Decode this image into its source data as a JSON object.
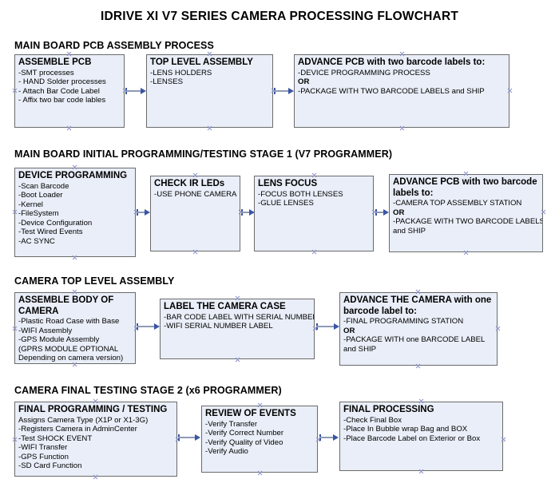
{
  "title": "IDRIVE XI V7 SERIES CAMERA PROCESSING FLOWCHART",
  "colors": {
    "box_fill": "#e9eef8",
    "box_border": "#6b6b6b",
    "arrow_line": "#8e9ab5",
    "arrow_head": "#3a55a5",
    "handle": "#8b93c9",
    "text": "#000000"
  },
  "sections": [
    {
      "id": "main-board-pcb-assembly-process",
      "heading": "MAIN BOARD PCB ASSEMBLY PROCESS",
      "boxes": [
        {
          "id": "assemble-pcb",
          "title": "ASSEMBLE PCB",
          "lines": [
            {
              "text": "-SMT processes",
              "bold": false
            },
            {
              "text": "- HAND Solder processes",
              "bold": false
            },
            {
              "text": "- Attach Bar Code Label",
              "bold": false
            },
            {
              "text": "- Affix two bar code lables",
              "bold": false
            }
          ]
        },
        {
          "id": "top-level-assembly",
          "title": "TOP LEVEL ASSEMBLY",
          "lines": [
            {
              "text": "-LENS HOLDERS",
              "bold": false
            },
            {
              "text": "-LENSES",
              "bold": false
            }
          ]
        },
        {
          "id": "advance-pcb-two-barcode-labels",
          "title": "ADVANCE PCB with two barcode labels to:",
          "lines": [
            {
              "text": "-DEVICE PROGRAMMING PROCESS",
              "bold": false
            },
            {
              "text": "OR",
              "bold": true
            },
            {
              "text": "-PACKAGE WITH TWO BARCODE LABELS and SHIP",
              "bold": false
            }
          ]
        }
      ]
    },
    {
      "id": "main-board-initial-programming",
      "heading": "MAIN BOARD INITIAL PROGRAMMING/TESTING STAGE 1 (V7 PROGRAMMER)",
      "boxes": [
        {
          "id": "device-programming",
          "title": "DEVICE PROGRAMMING",
          "lines": [
            {
              "text": "-Scan Barcode",
              "bold": false
            },
            {
              "text": "-Boot Loader",
              "bold": false
            },
            {
              "text": "-Kernel",
              "bold": false
            },
            {
              "text": "-FileSystem",
              "bold": false
            },
            {
              "text": "-Device Configuration",
              "bold": false
            },
            {
              "text": "-Test Wired Events",
              "bold": false
            },
            {
              "text": "-AC SYNC",
              "bold": false
            }
          ]
        },
        {
          "id": "check-ir-leds",
          "title": "CHECK IR LEDs",
          "lines": [
            {
              "text": "-USE PHONE CAMERA",
              "bold": false
            }
          ]
        },
        {
          "id": "lens-focus",
          "title": "LENS FOCUS",
          "lines": [
            {
              "text": "-FOCUS BOTH LENSES",
              "bold": false
            },
            {
              "text": "-GLUE LENSES",
              "bold": false
            }
          ]
        },
        {
          "id": "advance-pcb-camera-top-assembly",
          "title": "ADVANCE PCB with two barcode",
          "title2": "labels to:",
          "lines": [
            {
              "text": "-CAMERA TOP ASSEMBLY STATION",
              "bold": false
            },
            {
              "text": "OR",
              "bold": true
            },
            {
              "text": "-PACKAGE WITH TWO BARCODE LABELS",
              "bold": false
            },
            {
              "text": "and SHIP",
              "bold": false
            }
          ]
        }
      ]
    },
    {
      "id": "camera-top-level-assembly",
      "heading": "CAMERA TOP LEVEL ASSEMBLY",
      "boxes": [
        {
          "id": "assemble-body-of-camera",
          "title": "ASSEMBLE BODY OF",
          "title2": "CAMERA",
          "lines": [
            {
              "text": "-Plastic Road Case with Base",
              "bold": false
            },
            {
              "text": "-WIFI Assembly",
              "bold": false
            },
            {
              "text": "-GPS Module Assembly",
              "bold": false
            },
            {
              "text": "(GPRS MODULE OPTIONAL",
              "bold": false
            },
            {
              "text": "Depending on camera version)",
              "bold": false
            }
          ]
        },
        {
          "id": "label-the-camera-case",
          "title": "LABEL THE CAMERA CASE",
          "lines": [
            {
              "text": "-BAR CODE LABEL WITH SERIAL NUMBER",
              "bold": false
            },
            {
              "text": "-WIFI SERIAL NUMBER LABEL",
              "bold": false
            }
          ]
        },
        {
          "id": "advance-the-camera-one-barcode",
          "title": "ADVANCE THE CAMERA with one",
          "title2": "barcode label to:",
          "lines": [
            {
              "text": "-FINAL PROGRAMMING STATION",
              "bold": false
            },
            {
              "text": "OR",
              "bold": true
            },
            {
              "text": "-PACKAGE WITH one BARCODE LABEL",
              "bold": false
            },
            {
              "text": "and SHIP",
              "bold": false
            }
          ]
        }
      ]
    },
    {
      "id": "camera-final-testing-stage-2",
      "heading": "CAMERA FINAL TESTING STAGE 2 (x6 PROGRAMMER)",
      "boxes": [
        {
          "id": "final-programming-testing",
          "title": "FINAL PROGRAMMING / TESTING",
          "lines": [
            {
              "text": "Assigns Camera Type (X1P or X1-3G)",
              "bold": false
            },
            {
              "text": "-Registers Camera in AdminCenter",
              "bold": false
            },
            {
              "text": "-Test SHOCK EVENT",
              "bold": false
            },
            {
              "text": "-WIFI Transfer",
              "bold": false
            },
            {
              "text": "-GPS Function",
              "bold": false
            },
            {
              "text": "-SD Card Function",
              "bold": false
            }
          ]
        },
        {
          "id": "review-of-events",
          "title": "REVIEW OF EVENTS",
          "lines": [
            {
              "text": "-Verify Transfer",
              "bold": false
            },
            {
              "text": "-Verify Correct Number",
              "bold": false
            },
            {
              "text": "-Verify Quality of Video",
              "bold": false
            },
            {
              "text": "-Verify Audio",
              "bold": false
            }
          ]
        },
        {
          "id": "final-processing",
          "title": "FINAL PROCESSING",
          "lines": [
            {
              "text": " -Check Final Box",
              "bold": false
            },
            {
              "text": "-Place In Bubble wrap Bag and BOX",
              "bold": false
            },
            {
              "text": "-Place Barcode Label on Exterior or Box",
              "bold": false
            }
          ]
        }
      ]
    }
  ]
}
